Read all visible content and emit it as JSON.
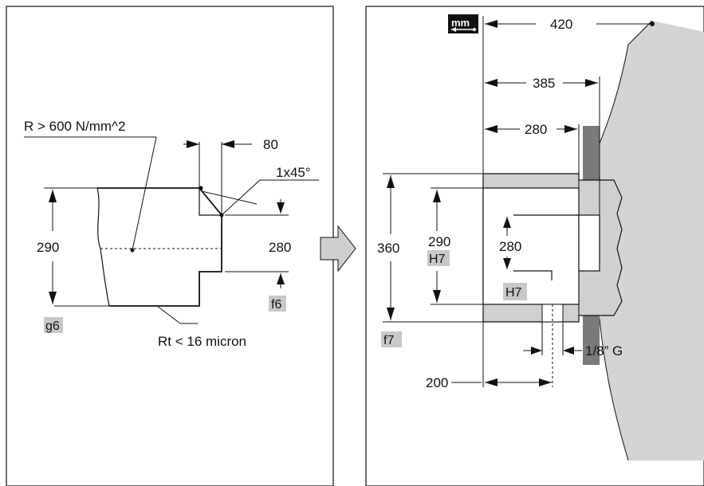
{
  "labels": {
    "strength": "R > 600 N/mm^2",
    "roughness": "Rt < 16 micron",
    "chamfer": "1x45°",
    "thread": "1/8” G",
    "units_icon_text": "mm"
  },
  "dimensions": {
    "shaft_diameter": "290",
    "shoulder_diameter": "280",
    "shoulder_width": "80",
    "bore_diameter": "290",
    "outer_diameter": "360",
    "inner_diameter": "280",
    "length_420": "420",
    "length_385": "385",
    "length_280": "280",
    "length_200": "200"
  },
  "tolerances": {
    "g6": "g6",
    "f6": "f6",
    "H7_bore": "H7",
    "H7_inner": "H7",
    "f7": "f7"
  },
  "colors": {
    "tolerance_bg": "#c8c8c8",
    "wall": "#d4d4d4",
    "sleeve": "#d0d0d0",
    "flange_dark": "#7a7a7a",
    "arrow_fill": "#cfcfcf"
  },
  "icons": {
    "units": "mm-ruler-icon",
    "transition": "right-arrow-icon"
  }
}
